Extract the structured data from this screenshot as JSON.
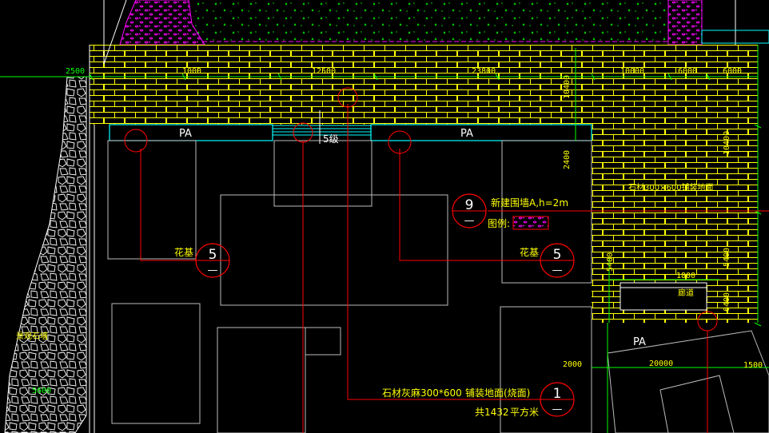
{
  "colors": {
    "background": "#000000",
    "brick": "#ffff00",
    "leader": "#ff0000",
    "dimension": "#00ff00",
    "outline": "#ffffff",
    "band": "#00ffff",
    "gravel": "#ff00ff"
  },
  "dimensions_top": [
    "2500",
    "1000",
    "12500",
    "23800",
    "10000",
    "6000",
    "6000"
  ],
  "dimensions_right": [
    "10400",
    "2400",
    "10400",
    "5400",
    "5400",
    "6400"
  ],
  "dimensions_bottom": [
    "2000",
    "20000",
    "1500"
  ],
  "dim_bridge": "1800",
  "dim_left_bottom": "5600",
  "step_label": "5级",
  "pa_labels": [
    "PA",
    "PA",
    "PA"
  ],
  "labels": {
    "planter_left": "花基",
    "planter_right": "花基",
    "new_wall": "新建围墙A,h=2m",
    "legend": "图例:",
    "right_paving": "石材300×600铺装地面",
    "corridor": "廊道",
    "left_rocks": "景观石墙",
    "paving_a": "石材灰麻300*600",
    "paving_b": "铺装地面(烧面)",
    "area_a": "共1432",
    "area_b": "平方米"
  },
  "callouts": [
    {
      "num": "5",
      "sub": "—"
    },
    {
      "num": "5",
      "sub": "—"
    },
    {
      "num": "9",
      "sub": "—"
    },
    {
      "num": "1",
      "sub": "—"
    }
  ]
}
